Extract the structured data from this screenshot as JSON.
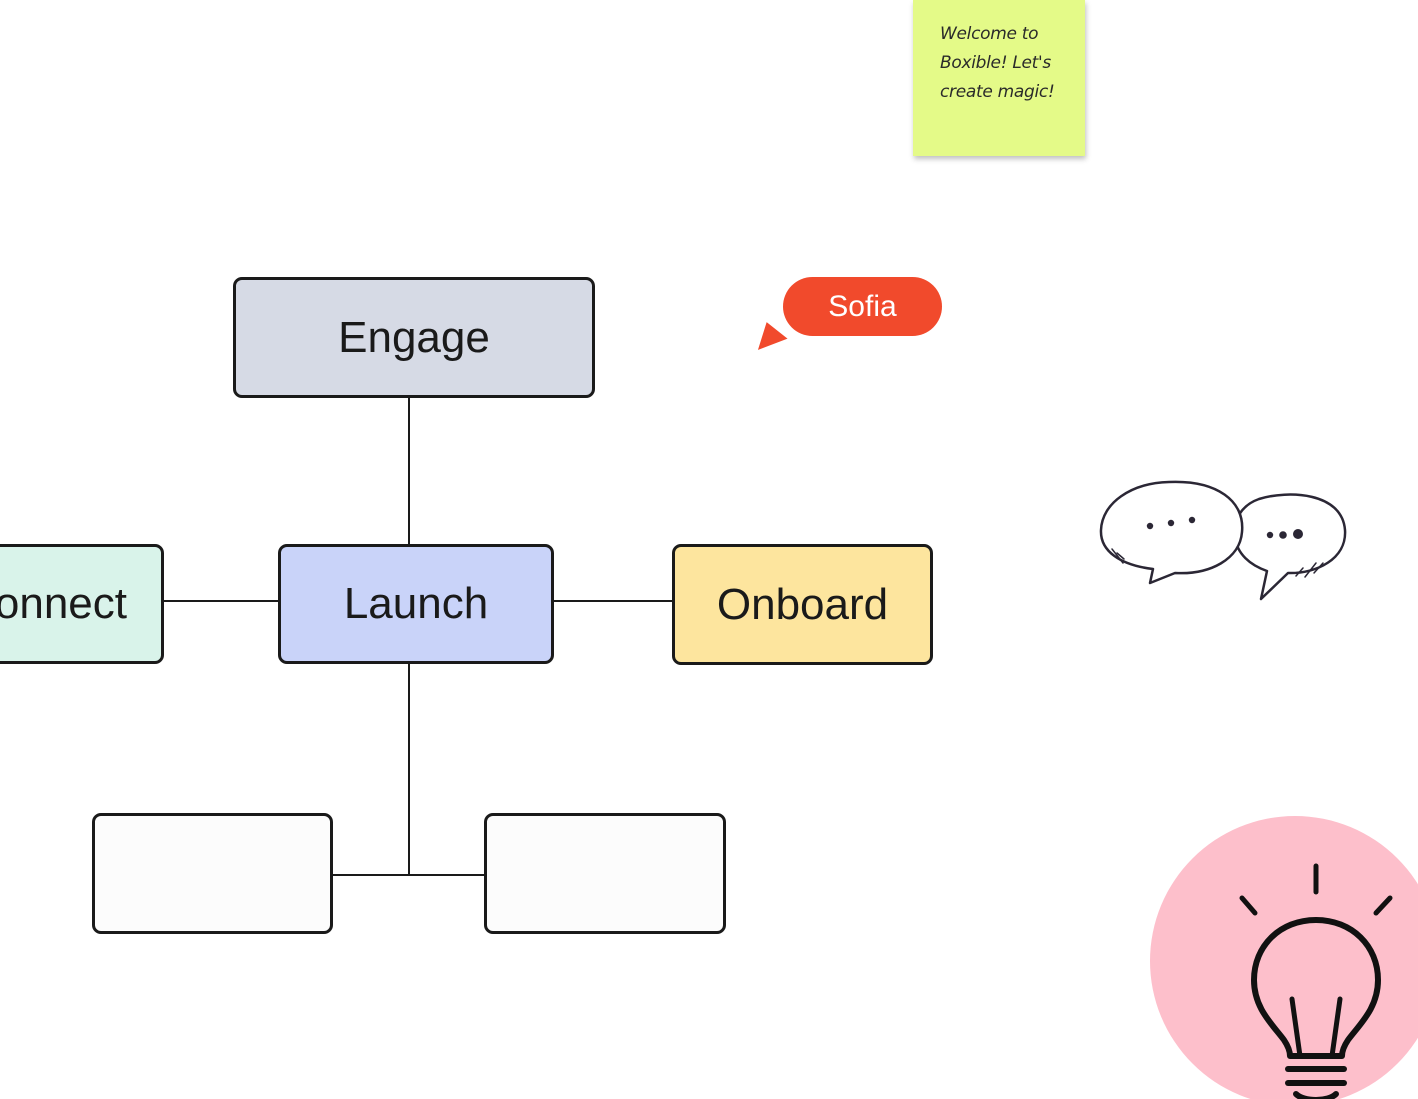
{
  "sticky_note": {
    "text": "Welcome to Boxible! Let's create magic!"
  },
  "collaborator_cursor": {
    "name": "Sofia",
    "color": "#f14a2c"
  },
  "nodes": {
    "engage": {
      "label": "Engage",
      "fill": "#d6dae5"
    },
    "launch": {
      "label": "Launch",
      "fill": "#c9d3f9"
    },
    "connect": {
      "label": "Connect",
      "visible_label": "onnect",
      "fill": "#d9f3ea"
    },
    "onboard": {
      "label": "Onboard",
      "fill": "#fde59e"
    },
    "empty_left": {
      "label": "",
      "fill": "#fcfcfc"
    },
    "empty_right": {
      "label": "",
      "fill": "#fcfcfc"
    }
  },
  "decorations": {
    "speech_bubbles": "speech-bubbles-icon",
    "lightbulb": "lightbulb-icon",
    "lightbulb_background": "#fdbfcb"
  }
}
